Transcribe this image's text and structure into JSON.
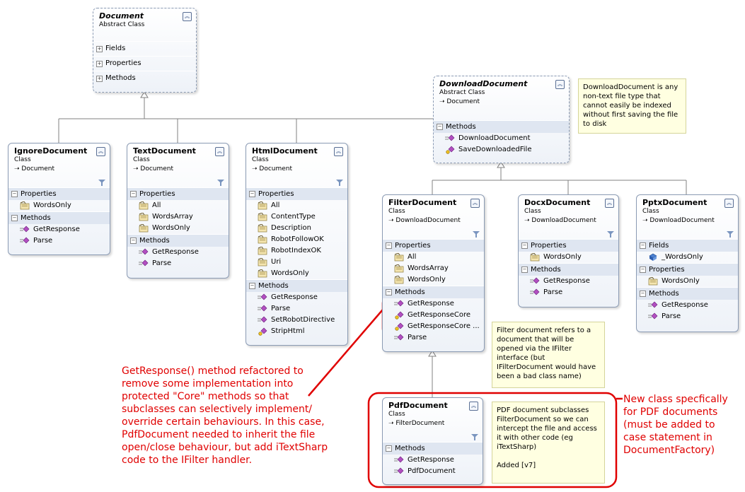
{
  "classes": {
    "document": {
      "name": "Document",
      "kind": "Abstract Class",
      "sections": [
        {
          "label": "Fields"
        },
        {
          "label": "Properties"
        },
        {
          "label": "Methods"
        }
      ]
    },
    "download": {
      "name": "DownloadDocument",
      "kind": "Abstract Class",
      "base": "Document",
      "sections": [
        {
          "label": "Methods",
          "members": [
            "DownloadDocument",
            "SaveDownloadedFile"
          ]
        }
      ]
    },
    "ignore": {
      "name": "IgnoreDocument",
      "kind": "Class",
      "base": "Document",
      "sections": [
        {
          "label": "Properties",
          "members": [
            "WordsOnly"
          ]
        },
        {
          "label": "Methods",
          "members": [
            "GetResponse",
            "Parse"
          ]
        }
      ]
    },
    "text": {
      "name": "TextDocument",
      "kind": "Class",
      "base": "Document",
      "sections": [
        {
          "label": "Properties",
          "members": [
            "All",
            "WordsArray",
            "WordsOnly"
          ]
        },
        {
          "label": "Methods",
          "members": [
            "GetResponse",
            "Parse"
          ]
        }
      ]
    },
    "html": {
      "name": "HtmlDocument",
      "kind": "Class",
      "base": "Document",
      "sections": [
        {
          "label": "Properties",
          "members": [
            "All",
            "ContentType",
            "Description",
            "RobotFollowOK",
            "RobotIndexOK",
            "Uri",
            "WordsOnly"
          ]
        },
        {
          "label": "Methods",
          "members": [
            "GetResponse",
            "Parse",
            "SetRobotDirective",
            "StripHtml"
          ]
        }
      ]
    },
    "filter": {
      "name": "FilterDocument",
      "kind": "Class",
      "base": "DownloadDocument",
      "sections": [
        {
          "label": "Properties",
          "members": [
            "All",
            "WordsArray",
            "WordsOnly"
          ]
        },
        {
          "label": "Methods",
          "members": [
            "GetResponse",
            "GetResponseCore",
            "GetResponseCore ...",
            "Parse"
          ]
        }
      ]
    },
    "docx": {
      "name": "DocxDocument",
      "kind": "Class",
      "base": "DownloadDocument",
      "sections": [
        {
          "label": "Properties",
          "members": [
            "WordsOnly"
          ]
        },
        {
          "label": "Methods",
          "members": [
            "GetResponse",
            "Parse"
          ]
        }
      ]
    },
    "pptx": {
      "name": "PptxDocument",
      "kind": "Class",
      "base": "DownloadDocument",
      "sections": [
        {
          "label": "Fields",
          "members": [
            "_WordsOnly"
          ]
        },
        {
          "label": "Properties",
          "members": [
            "WordsOnly"
          ]
        },
        {
          "label": "Methods",
          "members": [
            "GetResponse",
            "Parse"
          ]
        }
      ]
    },
    "pdf": {
      "name": "PdfDocument",
      "kind": "Class",
      "base": "FilterDocument",
      "sections": [
        {
          "label": "Methods",
          "members": [
            "GetResponse",
            "PdfDocument"
          ]
        }
      ]
    }
  },
  "notes": {
    "download_note": "DownloadDocument is any non-text file type that cannot easily be indexed without first saving the file to disk",
    "filter_note": "Filter document refers to a document that will be opened via the IFilter interface (but IFilterDocument would have been a bad class name)",
    "pdf_note_1": "PDF document subclasses FilterDocument so we can intercept the file and access it with other code (eg iTextSharp)",
    "pdf_note_2": "Added [v7]"
  },
  "annotations": {
    "getresponse": "GetResponse() method refactored to remove some implementation into protected \"Core\" methods so that subclasses can selectively implement/ override certain behaviours. In this case, PdfDocument needed to inherit the file open/close behaviour, but add iTextSharp code to the IFilter handler.",
    "newclass": "New class specfically for PDF documents (must be added to case statement in DocumentFactory)"
  },
  "colors": {
    "highlight": "#e00000",
    "header_bg": "#dfe6f1",
    "note_bg": "#ffffe1",
    "border": "#8b9bb4"
  },
  "icons": {
    "property": "property-icon",
    "method": "method-icon",
    "protected_method": "protected-method-icon",
    "field": "field-icon",
    "collapse": "collapse-chevron-icon",
    "filter": "filter-funnel-icon",
    "inherit": "inherit-arrow-icon"
  }
}
